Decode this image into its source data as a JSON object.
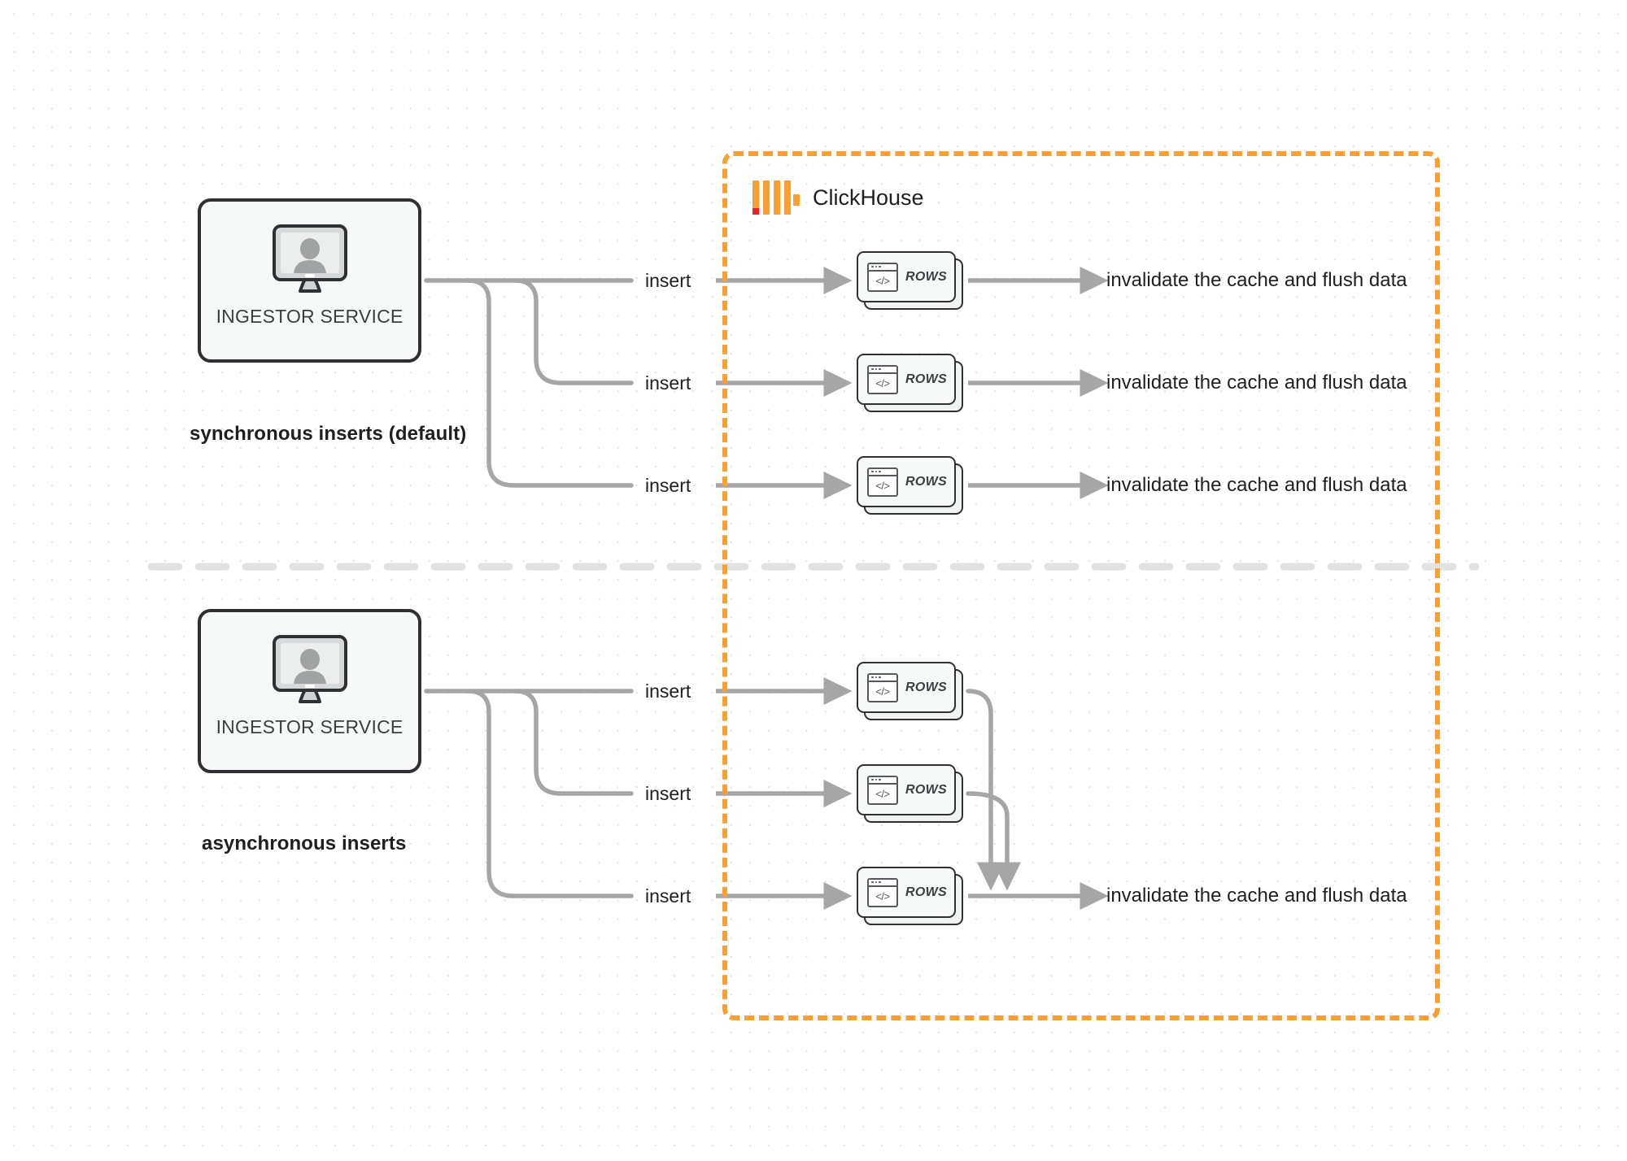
{
  "diagram": {
    "title": "ClickHouse synchronous vs asynchronous inserts",
    "colors": {
      "accent_orange": "#faa033",
      "logo_red": "#ec2222",
      "edge_gray": "#a6a6a6",
      "node_outline": "#2e3033",
      "background": "#ffffff",
      "grid_dot": "#e8e5e5"
    }
  },
  "group": {
    "name": "ClickHouse",
    "logo_icon": "clickhouse-logo-icon",
    "border_style": "dashed"
  },
  "sections": [
    {
      "id": "synchronous",
      "caption": "synchronous inserts (default)",
      "service": {
        "label": "INGESTOR SERVICE",
        "icon": "monitor-user-icon"
      },
      "flows": [
        {
          "edge_label": "insert",
          "node_label": "ROWS",
          "node_icon": "code-window-icon",
          "sink_label": "invalidate the cache and flush data"
        },
        {
          "edge_label": "insert",
          "node_label": "ROWS",
          "node_icon": "code-window-icon",
          "sink_label": "invalidate the cache and flush data"
        },
        {
          "edge_label": "insert",
          "node_label": "ROWS",
          "node_icon": "code-window-icon",
          "sink_label": "invalidate the cache and flush data"
        }
      ]
    },
    {
      "id": "asynchronous",
      "caption": "asynchronous inserts",
      "service": {
        "label": "INGESTOR SERVICE",
        "icon": "monitor-user-icon"
      },
      "flows": [
        {
          "edge_label": "insert",
          "node_label": "ROWS",
          "node_icon": "code-window-icon"
        },
        {
          "edge_label": "insert",
          "node_label": "ROWS",
          "node_icon": "code-window-icon"
        },
        {
          "edge_label": "insert",
          "node_label": "ROWS",
          "node_icon": "code-window-icon"
        }
      ],
      "merged_sink_label": "invalidate the cache and flush data"
    }
  ],
  "icons": {
    "code_glyph": "</>",
    "window_dots": 3
  }
}
